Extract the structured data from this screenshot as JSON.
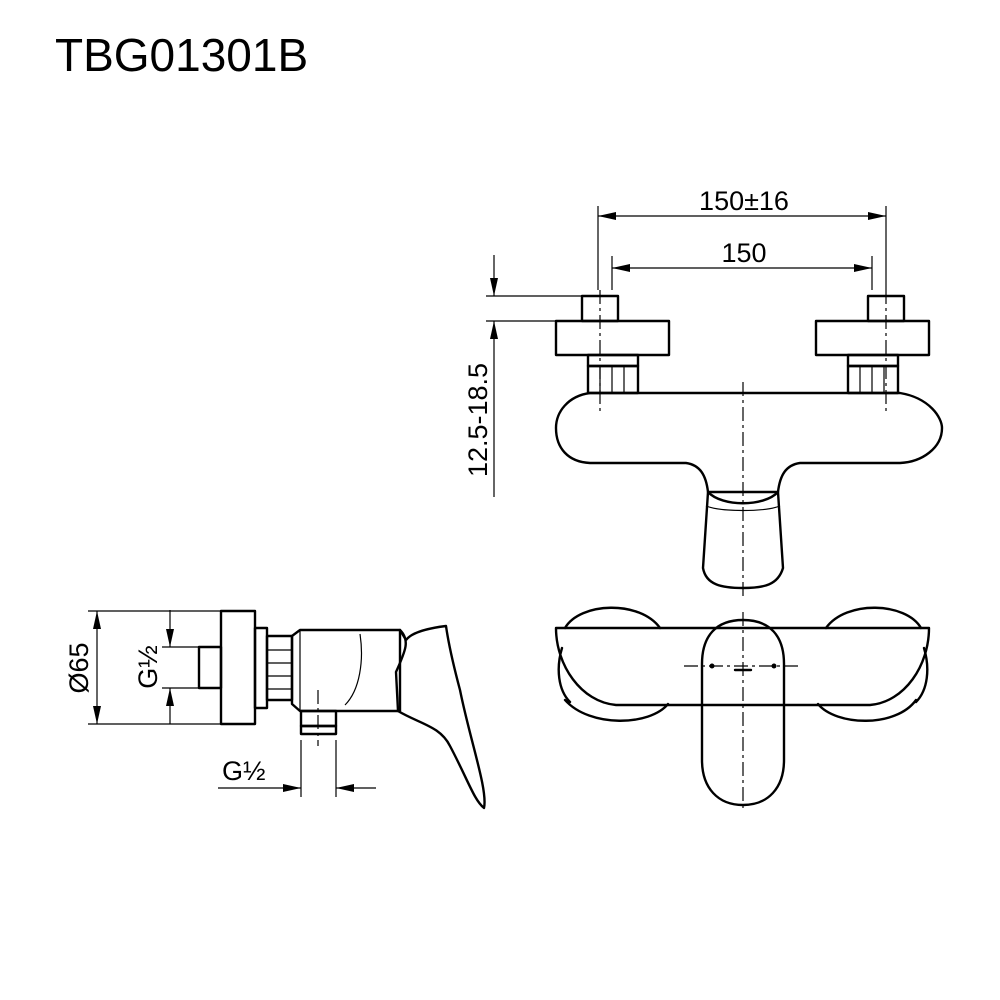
{
  "title": "TBG01301B",
  "dimensions": {
    "outer_spacing": "150±16",
    "inner_spacing": "150",
    "offset_range": "12.5-18.5",
    "flange_diameter": "Ø65",
    "inlet_thread": "G½",
    "outlet_thread": "G½"
  }
}
